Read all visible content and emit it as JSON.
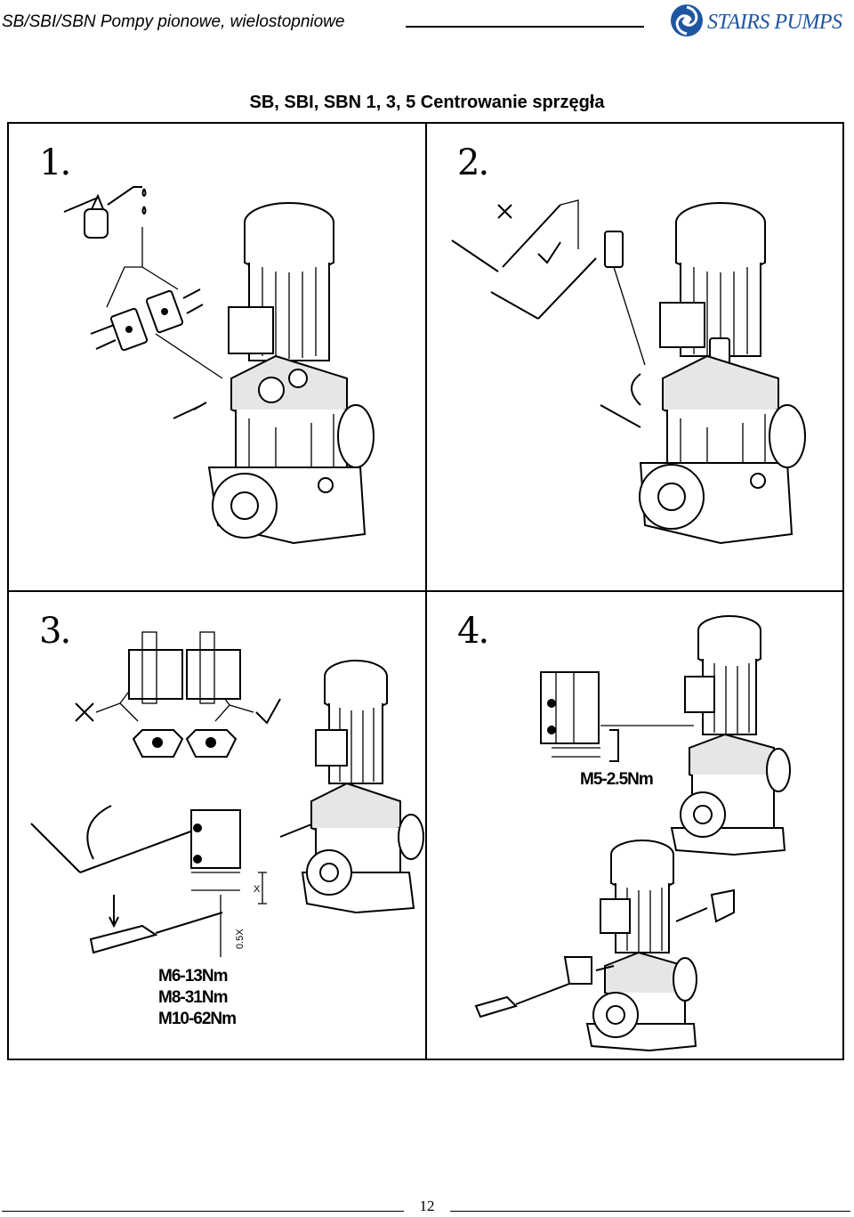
{
  "header": {
    "doc_title": "SB/SBI/SBN Pompy pionowe, wielostopniowe",
    "brand": "STAIRS PUMPS",
    "brand_color": "#1e56a0",
    "logo_icon": "swirl-logo-icon"
  },
  "page_title": "SB, SBI, SBN 1, 3, 5 Centrowanie sprzęgła",
  "panels": [
    {
      "step": "1.",
      "labels": []
    },
    {
      "step": "2.",
      "labels": []
    },
    {
      "step": "3.",
      "labels": [
        "M6-13Nm",
        "M8-31Nm",
        "M10-62Nm"
      ],
      "dim_labels": [
        "X",
        "0.5X"
      ]
    },
    {
      "step": "4.",
      "labels": [
        "M5-2.5Nm"
      ]
    }
  ],
  "footer": {
    "page_number": "12"
  }
}
